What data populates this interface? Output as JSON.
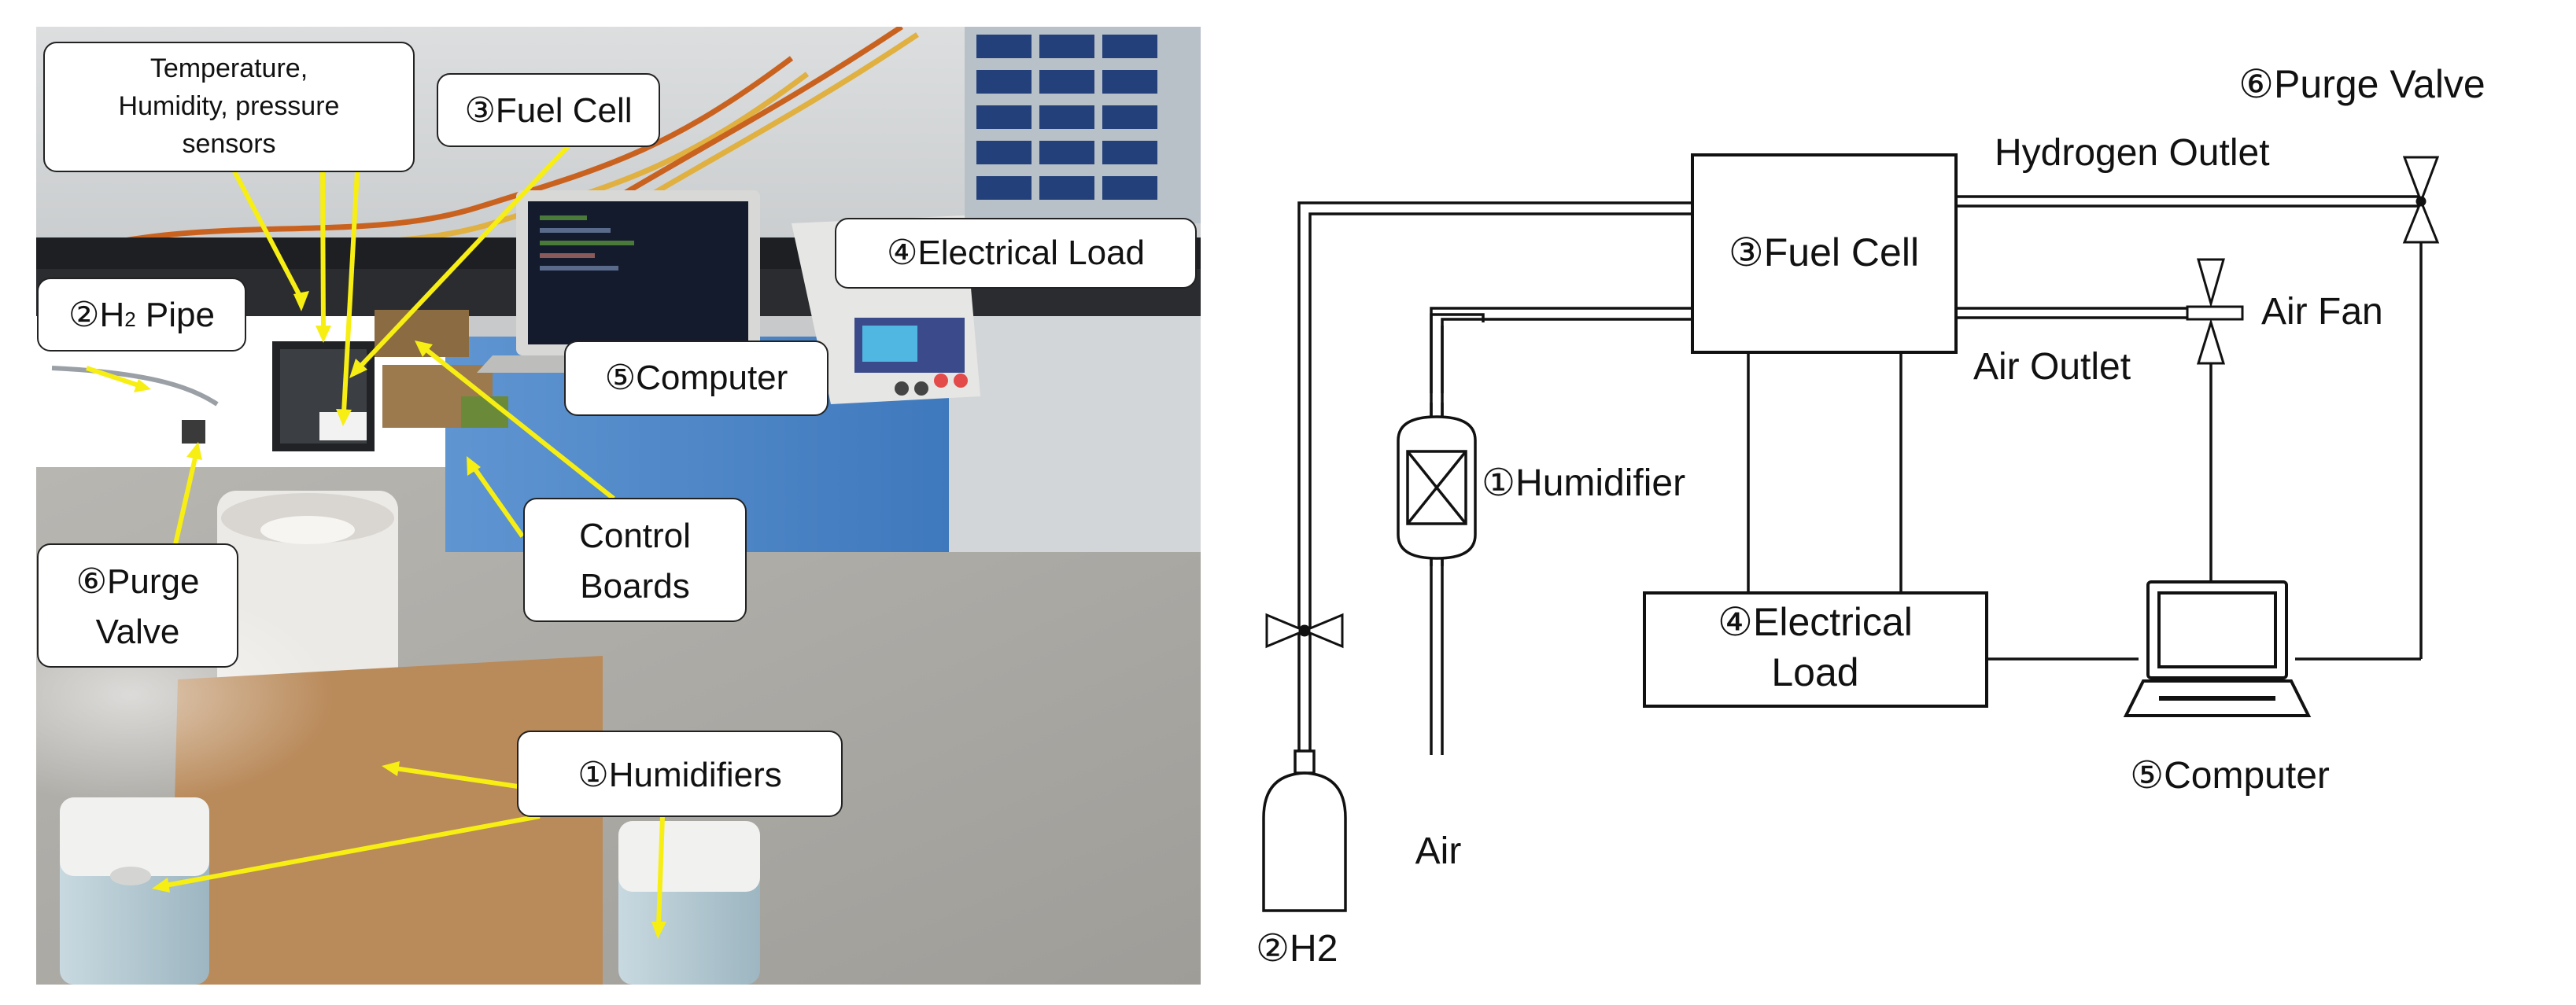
{
  "photo": {
    "callouts": {
      "sensors": [
        "Temperature,",
        "Humidity, pressure",
        "sensors"
      ],
      "fuel_cell": "③Fuel Cell",
      "h2_pipe_prefix": "②H",
      "h2_pipe_sub": "2",
      "h2_pipe_suffix": " Pipe",
      "electrical_load": "④Electrical Load",
      "computer": "⑤Computer",
      "control_boards": [
        "Control",
        "Boards"
      ],
      "purge_valve": [
        "⑥Purge",
        "Valve"
      ],
      "humidifiers": "①Humidifiers"
    }
  },
  "schematic": {
    "labels": {
      "purge_valve": "⑥Purge Valve",
      "hydrogen_outlet": "Hydrogen Outlet",
      "fuel_cell": "③Fuel Cell",
      "air_fan": "Air Fan",
      "air_outlet": "Air Outlet",
      "humidifier": "①Humidifier",
      "electrical_load": [
        "④Electrical",
        "Load"
      ],
      "computer": "⑤Computer",
      "air": "Air",
      "h2": "②H2"
    }
  },
  "colors": {
    "callout_arrow": "#f7ee14",
    "line": "#111111"
  }
}
